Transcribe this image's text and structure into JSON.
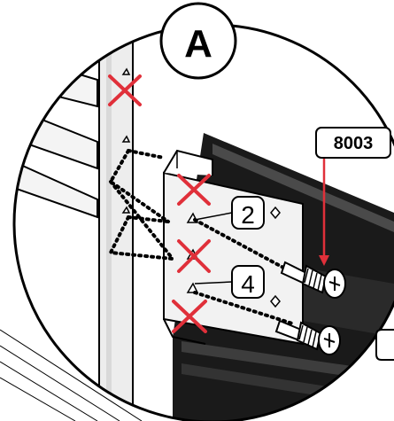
{
  "callout": {
    "letter": "A"
  },
  "part": {
    "code": "8003"
  },
  "steps": {
    "first": "2",
    "second": "4"
  },
  "colors": {
    "mark": "#e0303a",
    "ink": "#000000",
    "rail": "#1a1a1a",
    "panel": "#f2f2f2"
  },
  "icons": [
    "cross-mark-icon",
    "screw-icon",
    "arrow-down-icon"
  ]
}
